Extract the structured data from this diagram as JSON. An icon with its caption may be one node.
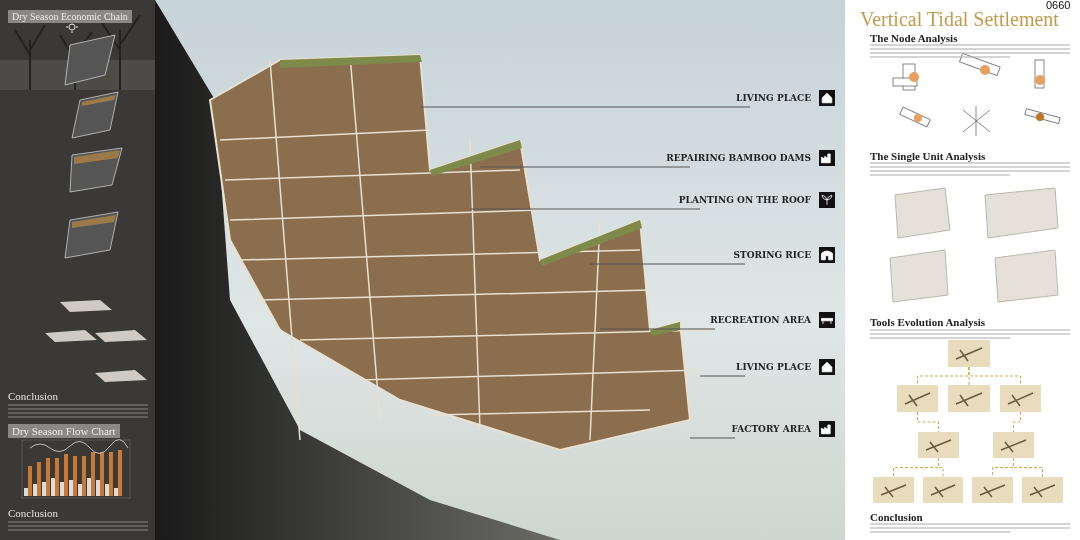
{
  "diagram": {
    "title": "Vertical Tidal Settlement",
    "nodes": [
      {
        "text": [
          "LIVING PLACE"
        ]
      },
      {
        "text": [
          "REPAIRING BAMBOO DAMS"
        ]
      },
      {
        "text": [
          "PLANTING ON THE ROOF"
        ]
      },
      {
        "text": [
          "STORING RICE"
        ]
      },
      {
        "text": [
          "RECREATION AREA"
        ]
      },
      {
        "text": [
          "LIVING PLACE"
        ]
      },
      {
        "text": [
          "FACTORY AREA"
        ]
      },
      {
        "text": [],
        "shape": "picture"
      },
      {
        "text": [],
        "shape": "picture"
      },
      {
        "text": [],
        "shape": "picture"
      },
      {
        "text": [],
        "shape": "picture"
      },
      {
        "text": [],
        "shape": "picture"
      },
      {
        "text": [],
        "shape": "picture"
      },
      {
        "text": [],
        "shape": "picture"
      },
      {
        "text": [],
        "shape": "picture"
      },
      {
        "text": [],
        "shape": "picture"
      },
      {
        "text": [],
        "shape": "picture"
      }
    ],
    "edges": [
      {
        "from": 0,
        "to": null,
        "arrow": "none",
        "color": "#555555"
      },
      {
        "from": 1,
        "to": null,
        "arrow": "none",
        "color": "#555555"
      },
      {
        "from": 2,
        "to": null,
        "arrow": "none",
        "color": "#555555"
      },
      {
        "from": 3,
        "to": null,
        "arrow": "none",
        "color": "#555555"
      },
      {
        "from": 4,
        "to": null,
        "arrow": "none",
        "color": "#555555"
      },
      {
        "from": 5,
        "to": null,
        "arrow": "none",
        "color": "#555555"
      },
      {
        "from": 6,
        "to": null,
        "arrow": "none",
        "color": "#555555"
      },
      {
        "from": 7,
        "to": 8,
        "arrow": "none",
        "style": "dashed"
      },
      {
        "from": 7,
        "to": 9,
        "arrow": "none",
        "style": "dashed"
      },
      {
        "from": 7,
        "to": 10,
        "arrow": "none",
        "style": "dashed"
      },
      {
        "from": 8,
        "to": 11,
        "arrow": "none",
        "style": "dashed"
      },
      {
        "from": 10,
        "to": 12,
        "arrow": "none",
        "style": "dashed"
      },
      {
        "from": 11,
        "to": 13,
        "arrow": "none",
        "style": "dashed"
      },
      {
        "from": 11,
        "to": 14,
        "arrow": "none",
        "style": "dashed"
      },
      {
        "from": 12,
        "to": 15,
        "arrow": "none",
        "style": "dashed"
      },
      {
        "from": 12,
        "to": 16,
        "arrow": "none",
        "style": "dashed"
      }
    ],
    "labels": [
      "0660",
      "Dry Season Economic Chain",
      "Conclusion",
      "Dry Season Flow Chart",
      "Conclusion",
      "The Node Analysis",
      "The Single Unit Analysis",
      "Tools Evolution Analysis",
      "Conclusion"
    ]
  }
}
